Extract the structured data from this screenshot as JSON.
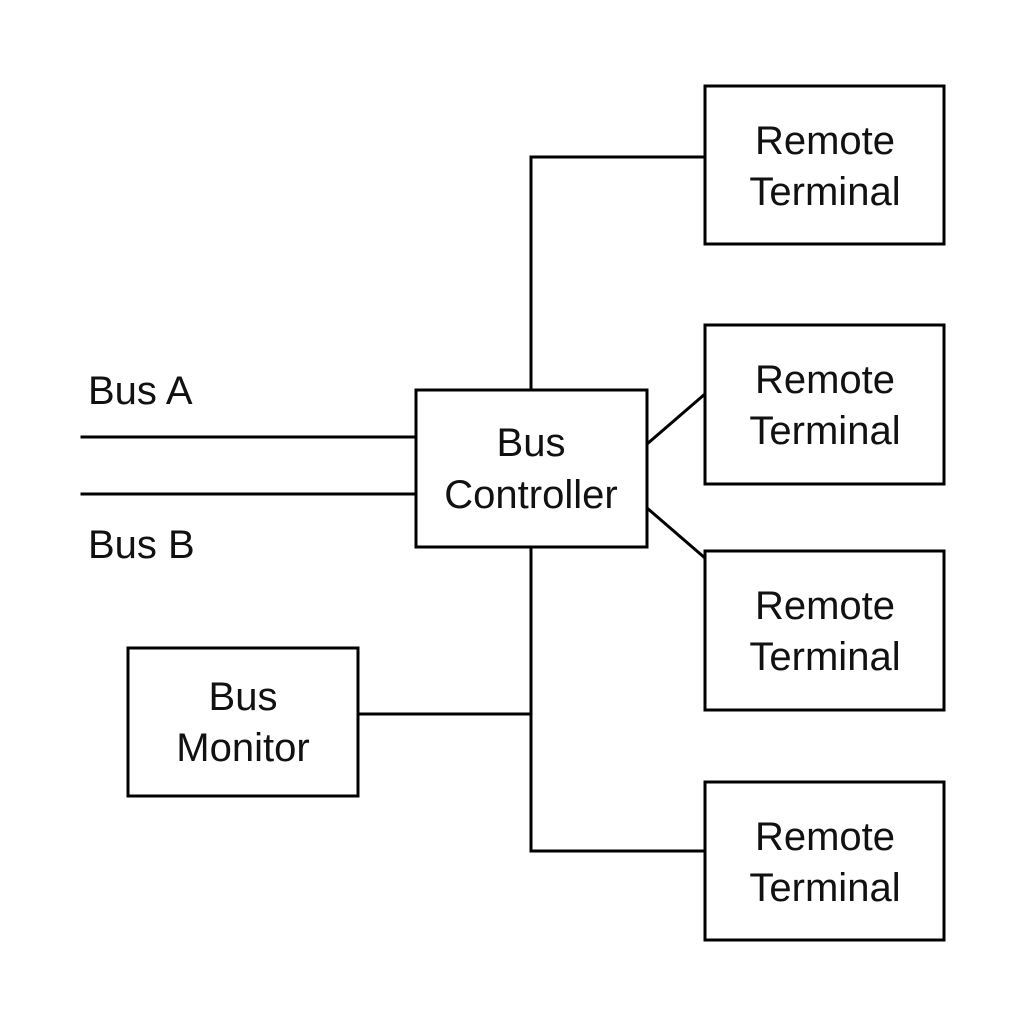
{
  "buses": {
    "a_label": "Bus A",
    "b_label": "Bus B"
  },
  "controller": {
    "line1": "Bus",
    "line2": "Controller"
  },
  "monitor": {
    "line1": "Bus",
    "line2": "Monitor"
  },
  "terminals": [
    {
      "line1": "Remote",
      "line2": "Terminal"
    },
    {
      "line1": "Remote",
      "line2": "Terminal"
    },
    {
      "line1": "Remote",
      "line2": "Terminal"
    },
    {
      "line1": "Remote",
      "line2": "Terminal"
    }
  ],
  "colors": {
    "stroke": "#000000",
    "background": "#ffffff"
  }
}
